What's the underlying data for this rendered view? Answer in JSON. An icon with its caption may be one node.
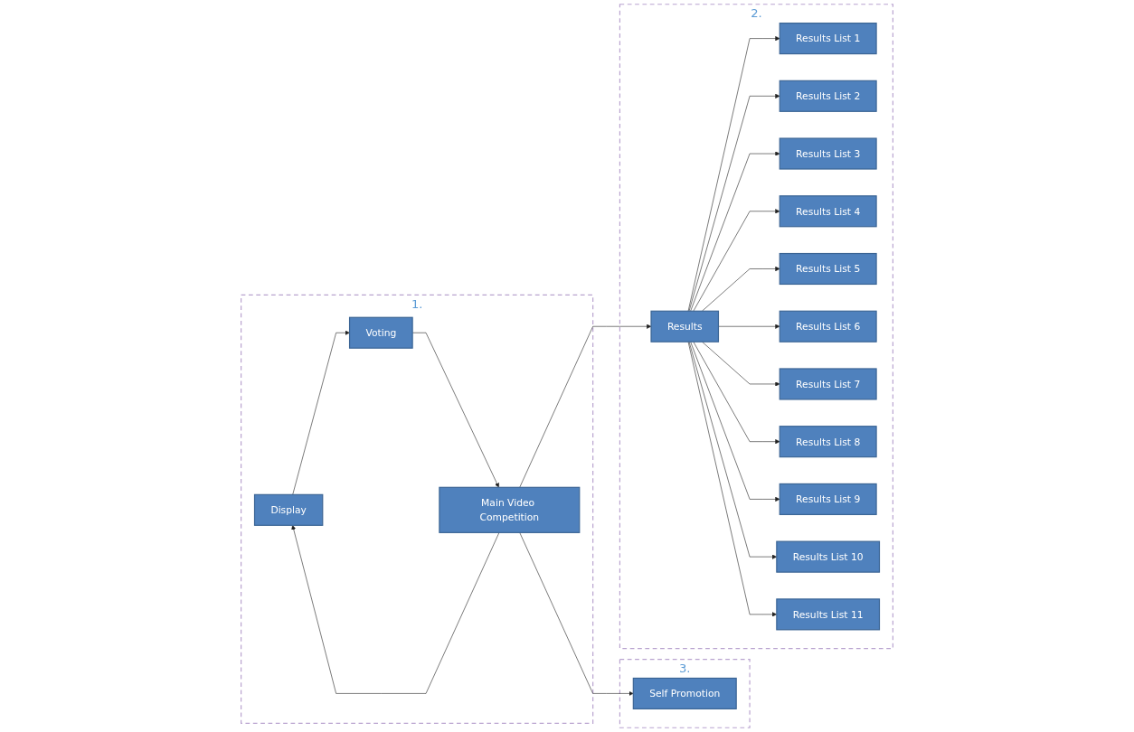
{
  "diagram": {
    "nodes": [
      {
        "text": [
          "3."
        ]
      },
      {
        "text": [
          "Self Promotion"
        ],
        "in": 0
      },
      {
        "text": [
          "2."
        ]
      },
      {
        "text": [
          "Results"
        ],
        "in": 2
      },
      {
        "text": [
          "Results List 1"
        ],
        "in": 2
      },
      {
        "text": [
          "Results List 2"
        ],
        "in": 2
      },
      {
        "text": [
          "Results List 3"
        ],
        "in": 2
      },
      {
        "text": [
          "Results List 4"
        ],
        "in": 2
      },
      {
        "text": [
          "Results List 5"
        ],
        "in": 2
      },
      {
        "text": [
          "Results List 6"
        ],
        "in": 2
      },
      {
        "text": [
          "Results List 7"
        ],
        "in": 2
      },
      {
        "text": [
          "Results List 8"
        ],
        "in": 2
      },
      {
        "text": [
          "Results List 9"
        ],
        "in": 2
      },
      {
        "text": [
          "Results List 10"
        ],
        "in": 2
      },
      {
        "text": [
          "Results List 11"
        ],
        "in": 2
      },
      {
        "text": [
          "1."
        ]
      },
      {
        "text": [
          "Display"
        ],
        "in": 15
      },
      {
        "text": [
          "Main Video Competition"
        ],
        "in": 15
      },
      {
        "text": [
          "Voting"
        ],
        "in": 15
      }
    ],
    "edges": [
      {
        "from": 17,
        "to": 1,
        "arrow": "to"
      },
      {
        "from": 17,
        "to": 16,
        "arrow": "to"
      },
      {
        "from": 16,
        "to": 18,
        "arrow": "to"
      },
      {
        "from": 18,
        "to": 17,
        "arrow": "to"
      },
      {
        "from": 17,
        "to": 3,
        "arrow": "to"
      },
      {
        "from": 3,
        "to": 4,
        "arrow": "to"
      },
      {
        "from": 3,
        "to": 5,
        "arrow": "to"
      },
      {
        "from": 3,
        "to": 6,
        "arrow": "to"
      },
      {
        "from": 3,
        "to": 7,
        "arrow": "to"
      },
      {
        "from": 3,
        "to": 8,
        "arrow": "to"
      },
      {
        "from": 3,
        "to": 9,
        "arrow": "to"
      },
      {
        "from": 3,
        "to": 10,
        "arrow": "to"
      },
      {
        "from": 3,
        "to": 11,
        "arrow": "to"
      },
      {
        "from": 3,
        "to": 12,
        "arrow": "to"
      },
      {
        "from": 3,
        "to": 13,
        "arrow": "to"
      },
      {
        "from": 3,
        "to": 14,
        "arrow": "to"
      }
    ]
  }
}
